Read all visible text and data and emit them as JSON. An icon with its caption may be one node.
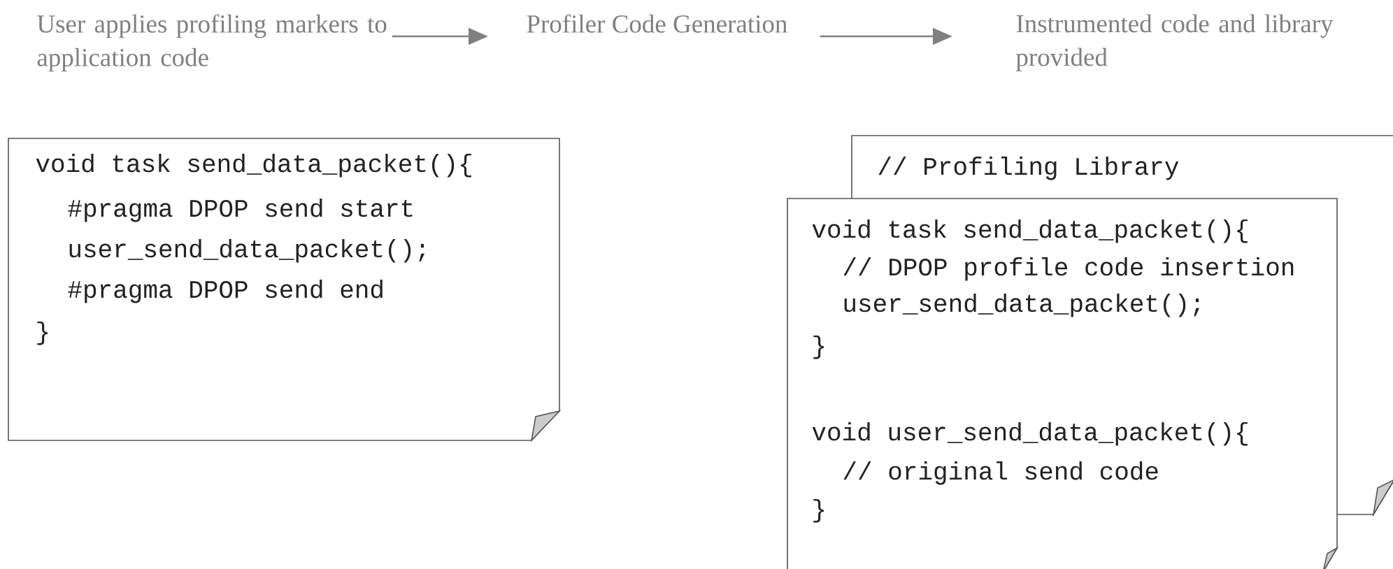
{
  "diagram": {
    "nodes": [
      {
        "text": [
          "User applies profiling markers to application code"
        ]
      },
      {
        "text": [
          "Profiler Code Generation"
        ]
      },
      {
        "text": [
          "Instrumented code and library provided"
        ]
      },
      {
        "text": [
          "void task send_data_packet(){",
          "#pragma DPOP send start",
          "user_send_data_packet();",
          "#pragma DPOP send end",
          "}"
        ]
      },
      {
        "text": [
          "// Profiling Library"
        ]
      },
      {
        "text": [
          "void task send_data_packet(){",
          "// DPOP profile code insertion",
          "user_send_data_packet();",
          "}",
          "void user_send_data_packet(){",
          "// original send code",
          "}"
        ]
      }
    ],
    "edges": [
      {
        "from": 0,
        "to": 1,
        "arrow": "to"
      },
      {
        "from": 1,
        "to": 2,
        "arrow": "to"
      }
    ]
  }
}
